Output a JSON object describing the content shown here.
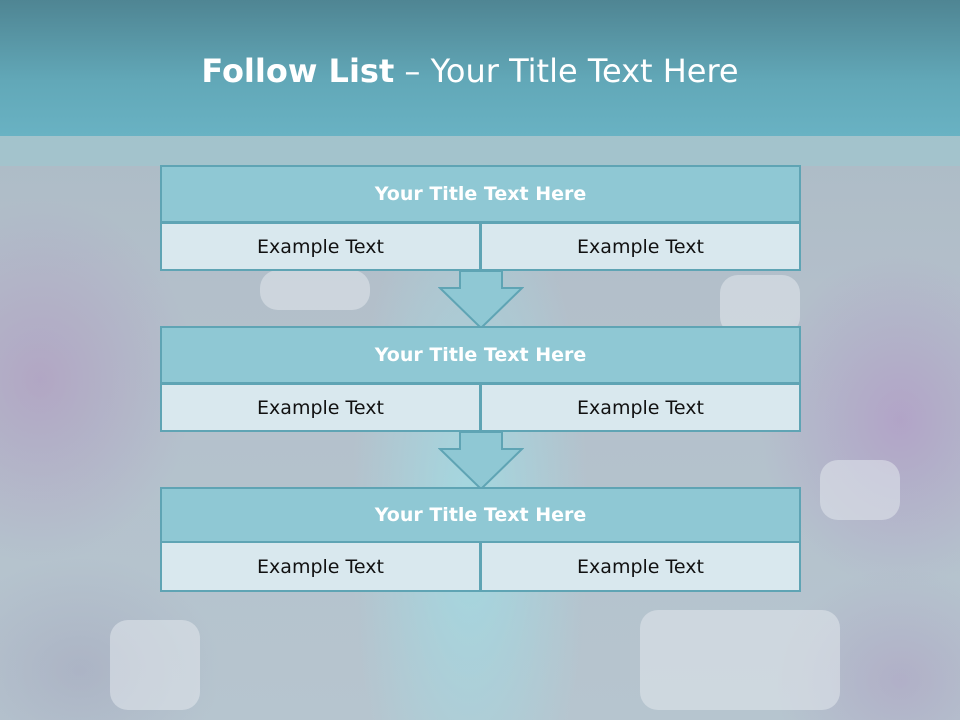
{
  "slide": {
    "title_bold": "Follow List",
    "title_rest": " – Your Title Text Here"
  },
  "blocks": [
    {
      "title": "Your Title Text Here",
      "left": "Example Text",
      "right": "Example Text"
    },
    {
      "title": "Your Title Text Here",
      "left": "Example Text",
      "right": "Example Text"
    },
    {
      "title": "Your Title Text Here",
      "left": "Example Text",
      "right": "Example Text"
    }
  ],
  "colors": {
    "header": "#62a8b8",
    "title_bar": "#8fc8d4",
    "cell": "#d9e8ee",
    "border": "#5fa4b4",
    "arrow": "#8fc8d4"
  },
  "icons": [
    "down-arrow-icon",
    "down-arrow-icon"
  ]
}
